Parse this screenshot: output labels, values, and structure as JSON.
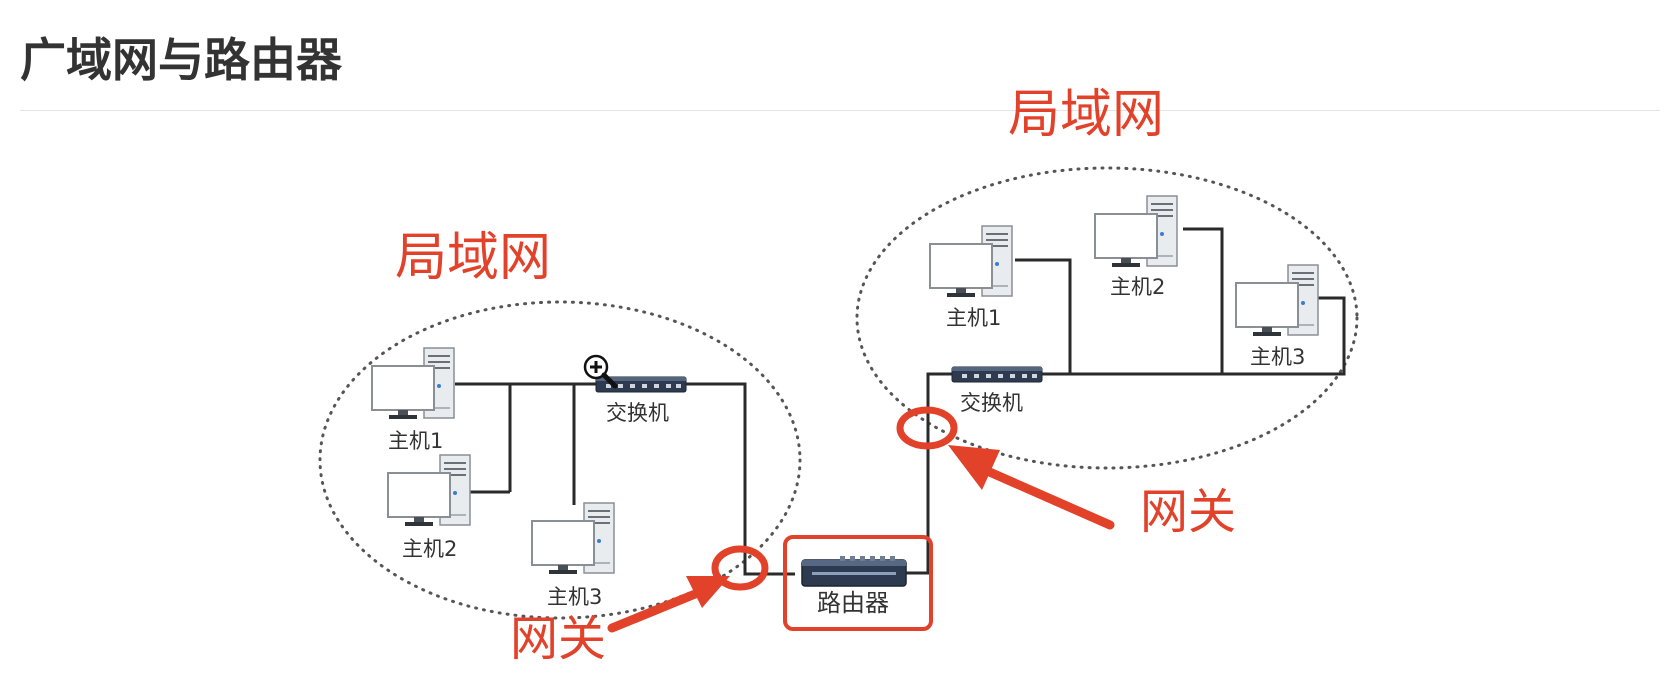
{
  "title": "广域网与路由器",
  "lan_left": {
    "label": "局域网",
    "switch_label": "交换机",
    "hosts": [
      "主机1",
      "主机2",
      "主机3"
    ]
  },
  "lan_right": {
    "label": "局域网",
    "switch_label": "交换机",
    "hosts": [
      "主机1",
      "主机2",
      "主机3"
    ]
  },
  "router": {
    "label": "路由器"
  },
  "gateways": [
    "网关",
    "网关"
  ],
  "colors": {
    "annotation": "#e2422a",
    "line": "#2a2a2a",
    "ellipse": "#555555",
    "monitor_fill": "#ffffff",
    "device_dark": "#2d3a4f"
  },
  "icons": {
    "host": "desktop-computer-icon",
    "switch": "network-switch-icon",
    "router": "router-icon",
    "zoom": "zoom-in-icon"
  }
}
